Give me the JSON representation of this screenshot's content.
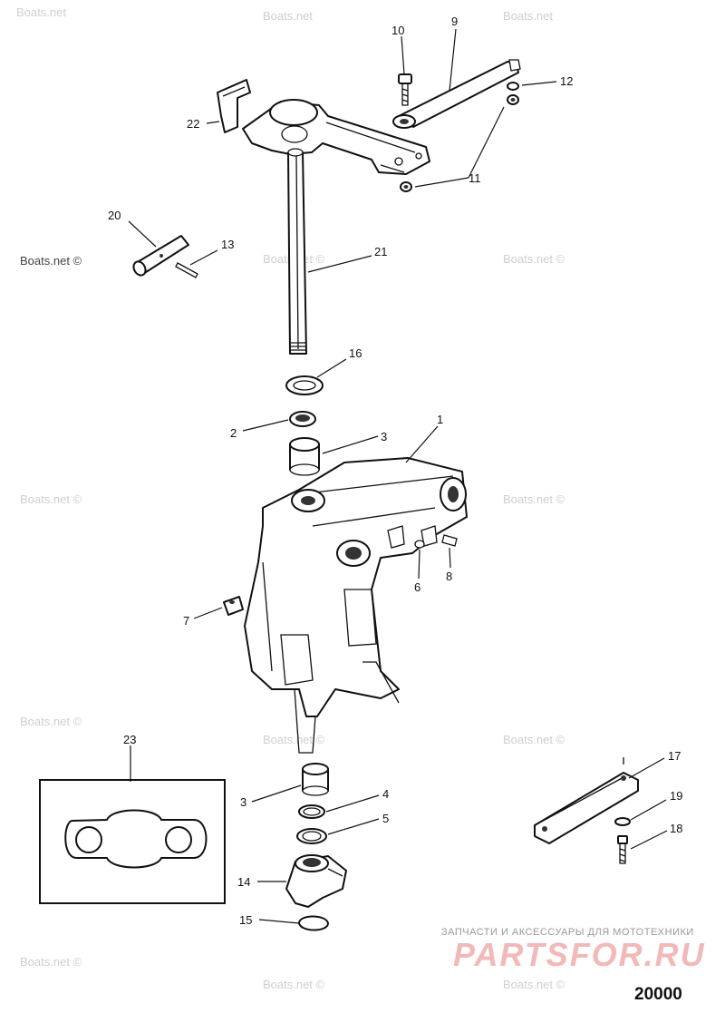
{
  "watermark": {
    "text": "Boats.net ©",
    "short": "Boats.net"
  },
  "callouts": {
    "c1": "1",
    "c2": "2",
    "c3a": "3",
    "c3b": "3",
    "c4": "4",
    "c5": "5",
    "c6": "6",
    "c7": "7",
    "c8": "8",
    "c9": "9",
    "c10": "10",
    "c11": "11",
    "c12": "12",
    "c13": "13",
    "c14": "14",
    "c15": "15",
    "c16": "16",
    "c17": "17",
    "c18": "18",
    "c19": "19",
    "c20": "20",
    "c21": "21",
    "c22": "22",
    "c23": "23"
  },
  "brand": {
    "tagline": "ЗАПЧАСТИ И АКСЕССУАРЫ ДЛЯ МОТОТЕХНИКИ",
    "logo": "PARTSFOR.RU",
    "color": "#f2b9b9"
  },
  "diagram_number": "20000"
}
